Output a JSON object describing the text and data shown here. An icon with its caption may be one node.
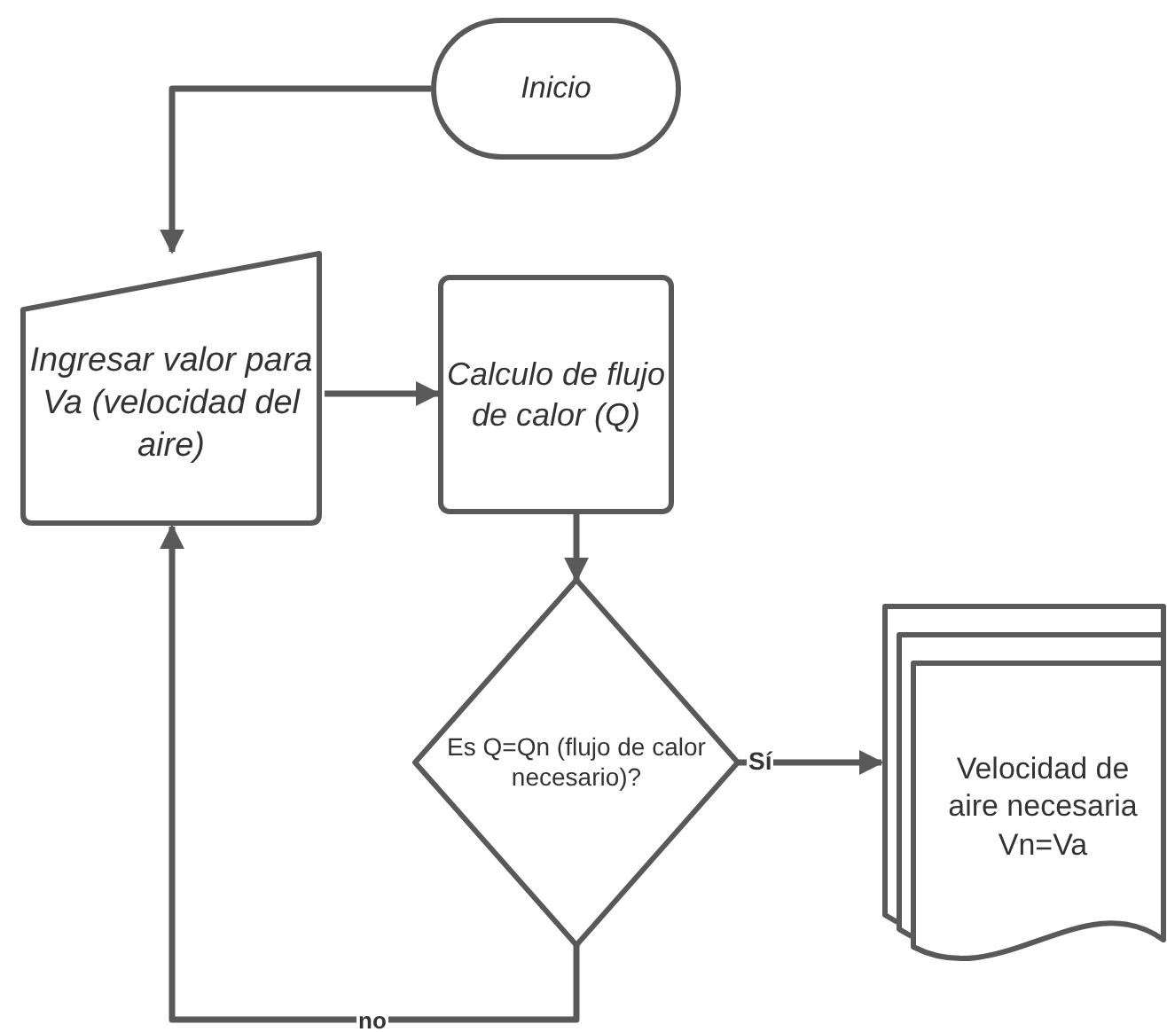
{
  "diagram": {
    "nodes": [
      {
        "text": [
          "Inicio"
        ]
      },
      {
        "text": [
          "Ingresar valor para Va (velocidad del aire)"
        ]
      },
      {
        "text": [
          "Calculo de flujo de calor (Q)"
        ]
      },
      {
        "text": [
          "Es Q=Qn (flujo de calor necesario)?"
        ]
      },
      {
        "text": [
          "Velocidad de aire necesaria Vn=Va"
        ]
      }
    ],
    "edges": [
      {
        "from": 0,
        "to": 1,
        "arrow": "to"
      },
      {
        "from": 1,
        "to": 2,
        "arrow": "to"
      },
      {
        "from": 2,
        "to": 3,
        "arrow": "to"
      },
      {
        "from": 3,
        "to": 4,
        "arrow": "to",
        "label": "Sí"
      },
      {
        "from": 3,
        "to": 1,
        "arrow": "to",
        "label": "no"
      }
    ]
  }
}
